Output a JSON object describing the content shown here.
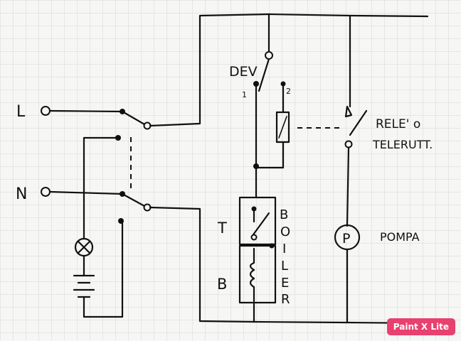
{
  "labels": {
    "line": "L",
    "neutral": "N",
    "dev": "DEV",
    "dev_pos1": "1",
    "dev_pos2": "2",
    "relay_line1": "RELE' o",
    "relay_line2": "TELERUTT.",
    "thermostat": "T",
    "boiler_element": "B",
    "boiler_vertical": [
      "B",
      "O",
      "I",
      "L",
      "E",
      "R"
    ],
    "pump_symbol": "P",
    "pump_name": "POMPA"
  },
  "badge": {
    "text": "Paint X Lite"
  },
  "colors": {
    "ink": "#111111",
    "paper": "#f6f6f4",
    "grid": "#d6d6d6",
    "badge": "#e8406f"
  }
}
